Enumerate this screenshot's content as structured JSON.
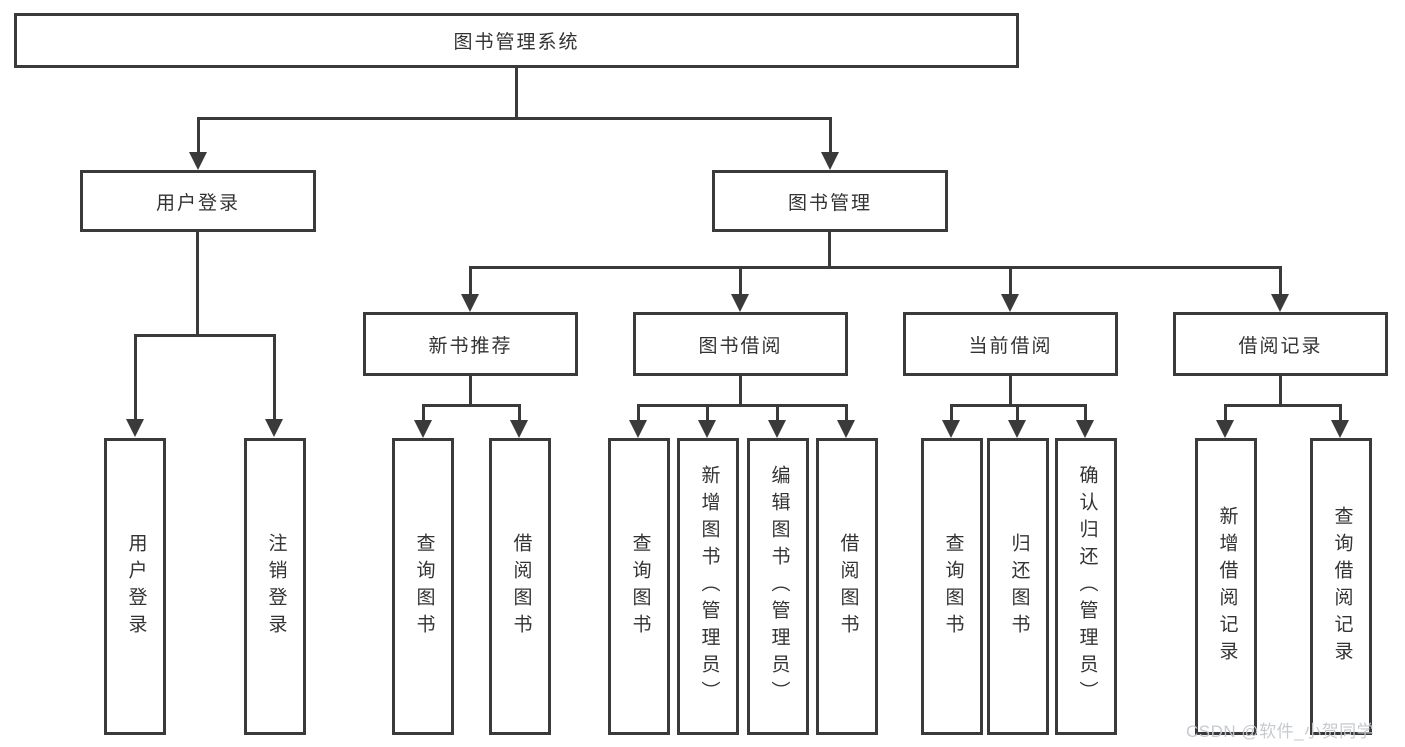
{
  "diagram": {
    "type": "tree-diagram",
    "root": {
      "label": "图书管理系统",
      "children": [
        {
          "label": "用户登录",
          "children": [
            {
              "label": "用户登录"
            },
            {
              "label": "注销登录"
            }
          ]
        },
        {
          "label": "图书管理",
          "children": [
            {
              "label": "新书推荐",
              "children": [
                {
                  "label": "查询图书"
                },
                {
                  "label": "借阅图书"
                }
              ]
            },
            {
              "label": "图书借阅",
              "children": [
                {
                  "label": "查询图书"
                },
                {
                  "label": "新增图书（管理员）"
                },
                {
                  "label": "编辑图书（管理员）"
                },
                {
                  "label": "借阅图书"
                }
              ]
            },
            {
              "label": "当前借阅",
              "children": [
                {
                  "label": "查询图书"
                },
                {
                  "label": "归还图书"
                },
                {
                  "label": "确认归还（管理员）"
                }
              ]
            },
            {
              "label": "借阅记录",
              "children": [
                {
                  "label": "新增借阅记录"
                },
                {
                  "label": "查询借阅记录"
                }
              ]
            }
          ]
        }
      ]
    }
  },
  "watermark": {
    "text": "CSDN @软件_小贺同学"
  },
  "colors": {
    "line": "#3a3a3a",
    "text": "#333333",
    "watermark": "#c4c7ce",
    "background": "#ffffff"
  }
}
